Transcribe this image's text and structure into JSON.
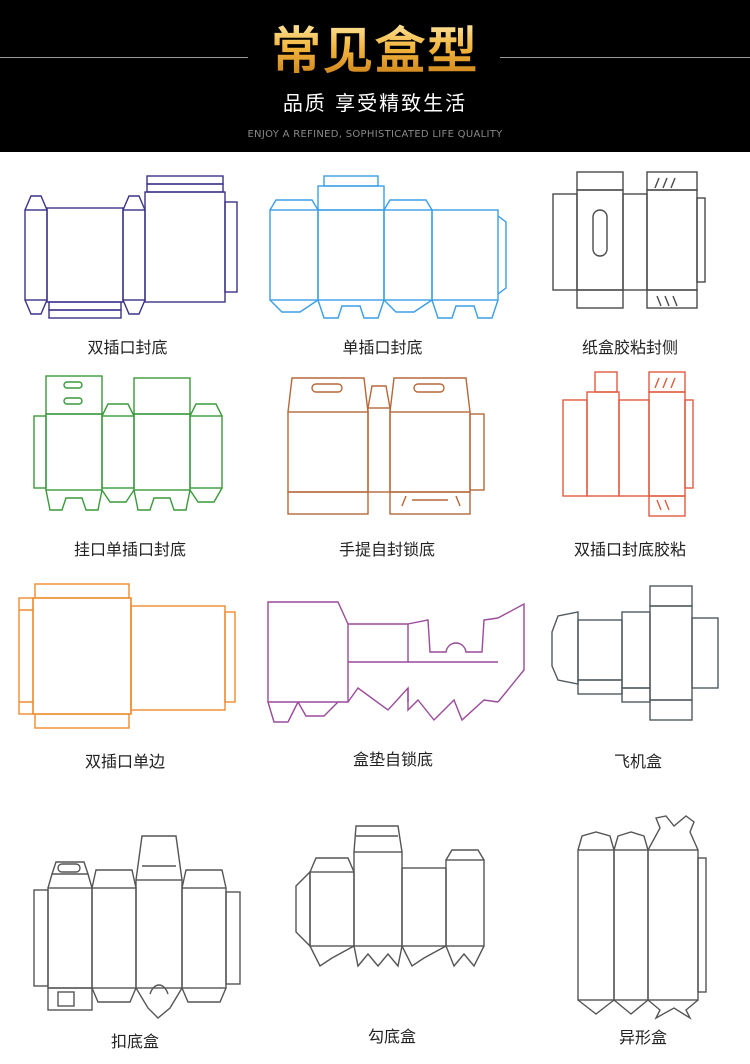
{
  "header": {
    "title": "常见盒型",
    "subtitle": "品质  享受精致生活",
    "english": "ENJOY A REFINED, SOPHISTICATED LIFE QUALITY"
  },
  "colors": {
    "background": "#ffffff",
    "header_bg": "#000000",
    "title_gold": "#f2b43a",
    "navy": "#3a3388",
    "blue": "#3c9ee6",
    "dark_gray": "#4a4a4a",
    "green": "#3a9a3a",
    "brown": "#b5693a",
    "red": "#e05a40",
    "orange": "#f08a2a",
    "purple": "#9a4a9a",
    "slate": "#505a60",
    "gray": "#555555"
  },
  "boxes": [
    {
      "label": "双插口封底",
      "color_key": "navy"
    },
    {
      "label": "单插口封底",
      "color_key": "blue"
    },
    {
      "label": "纸盒胶粘封侧",
      "color_key": "dark_gray"
    },
    {
      "label": "挂口单插口封底",
      "color_key": "green"
    },
    {
      "label": "手提自封锁底",
      "color_key": "brown"
    },
    {
      "label": "双插口封底胶粘",
      "color_key": "red"
    },
    {
      "label": "双插口单边",
      "color_key": "orange"
    },
    {
      "label": "盒垫自锁底",
      "color_key": "purple"
    },
    {
      "label": "飞机盒",
      "color_key": "slate"
    },
    {
      "label": "扣底盒",
      "color_key": "gray"
    },
    {
      "label": "勾底盒",
      "color_key": "gray"
    },
    {
      "label": "异形盒",
      "color_key": "gray"
    }
  ]
}
